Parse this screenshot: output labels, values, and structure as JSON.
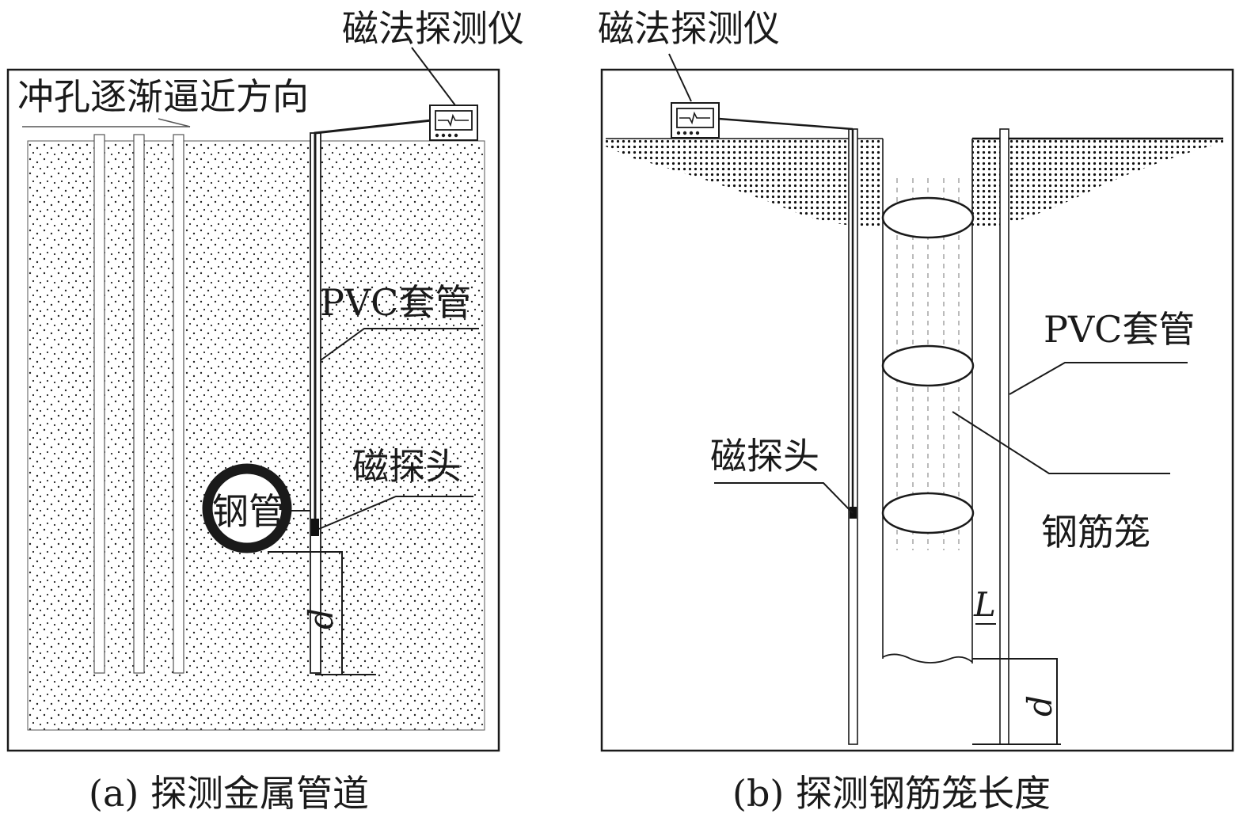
{
  "panel_a": {
    "instrument_label": "磁法探测仪",
    "direction_label": "冲孔逐渐逼近方向",
    "pvc_label": "PVC套管",
    "probe_label": "磁探头",
    "steel_pipe_label": "钢管",
    "distance_symbol": "d",
    "caption": "(a) 探测金属管道"
  },
  "panel_b": {
    "instrument_label": "磁法探测仪",
    "pvc_label": "PVC套管",
    "probe_label": "磁探头",
    "cage_label": "钢筋笼",
    "length_symbol": "L",
    "distance_symbol": "d",
    "caption": "(b) 探测钢筋笼长度"
  },
  "colors": {
    "line": "#1a1a1a",
    "background": "#ffffff"
  }
}
